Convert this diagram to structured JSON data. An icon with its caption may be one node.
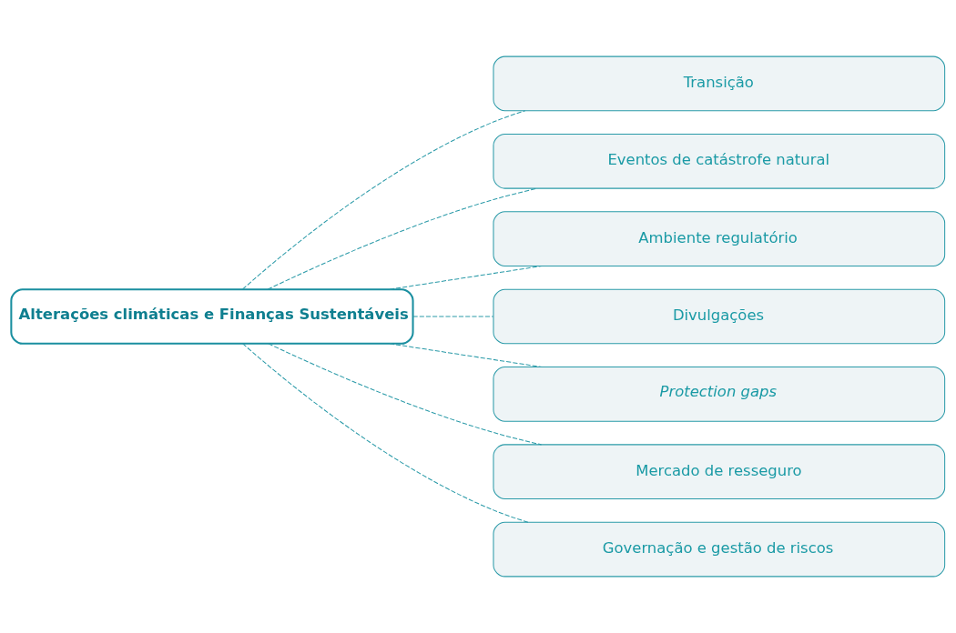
{
  "diagram": {
    "nodes": [
      {
        "text": [
          "Alterações climáticas e Finanças Sustentáveis"
        ]
      },
      {
        "text": [
          "Transição"
        ]
      },
      {
        "text": [
          "Eventos de catástrofe natural"
        ]
      },
      {
        "text": [
          "Ambiente regulatório"
        ]
      },
      {
        "text": [
          "Divulgações"
        ]
      },
      {
        "text": [
          "Protection gaps"
        ]
      },
      {
        "text": [
          "Mercado de resseguro"
        ]
      },
      {
        "text": [
          "Governação e gestão de riscos"
        ]
      }
    ],
    "edges": [
      {
        "from": 0,
        "to": 1,
        "arrow": "none",
        "style": "dashed"
      },
      {
        "from": 0,
        "to": 2,
        "arrow": "none",
        "style": "dashed"
      },
      {
        "from": 0,
        "to": 3,
        "arrow": "none",
        "style": "dashed"
      },
      {
        "from": 0,
        "to": 4,
        "arrow": "none",
        "style": "dashed"
      },
      {
        "from": 0,
        "to": 5,
        "arrow": "none",
        "style": "dashed"
      },
      {
        "from": 0,
        "to": 6,
        "arrow": "none",
        "style": "dashed"
      },
      {
        "from": 0,
        "to": 7,
        "arrow": "none",
        "style": "dashed"
      }
    ]
  }
}
